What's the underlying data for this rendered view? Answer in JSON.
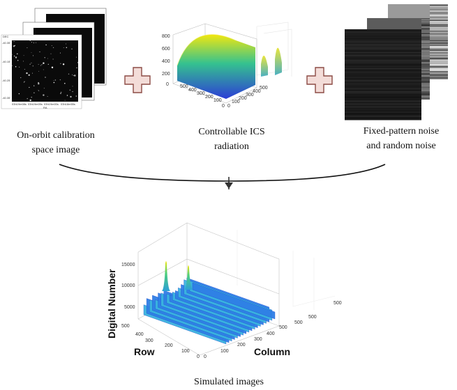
{
  "stages": {
    "space_image": {
      "caption_line1": "On-orbit calibration",
      "caption_line2": "space image",
      "dec_label": "DEC",
      "ra_label": "RA",
      "dec_ticks": [
        "-40.35'",
        "-40.15'",
        "-40.25'",
        "-40.35'"
      ],
      "ra_ticks": [
        "03h19m08s",
        "03h19m05s",
        "03h19m00s",
        "03h18m55s"
      ]
    },
    "ics_radiation": {
      "caption_line1": "Controllable ICS",
      "caption_line2": "radiation",
      "z_ticks": [
        "800",
        "600",
        "400",
        "200",
        "0"
      ],
      "x_ticks": [
        "500",
        "400",
        "300",
        "200",
        "100",
        "0"
      ],
      "y_ticks": [
        "0",
        "100",
        "200",
        "300",
        "400",
        "500"
      ]
    },
    "noise": {
      "caption_line1": "Fixed-pattern noise",
      "caption_line2": "and random noise"
    }
  },
  "result": {
    "caption": "Simulated images",
    "z_axis_label": "Digital Number",
    "row_axis_label": "Row",
    "column_axis_label": "Column",
    "z_ticks": [
      "15000",
      "10000",
      "5000"
    ],
    "row_ticks": [
      "500",
      "400",
      "300",
      "200",
      "100",
      "0"
    ],
    "column_ticks": [
      "0",
      "100",
      "200",
      "300",
      "400",
      "500"
    ],
    "ghost_ticks": [
      "500",
      "500",
      "500"
    ]
  },
  "colors": {
    "plus_fill": "#f3dcd8",
    "plus_stroke": "#8c4b45",
    "arrow": "#333333",
    "surface_low": "#1f3fd8",
    "surface_high": "#f2e70f"
  },
  "icons": [
    "plus-operator-icon",
    "down-arrow-icon"
  ]
}
